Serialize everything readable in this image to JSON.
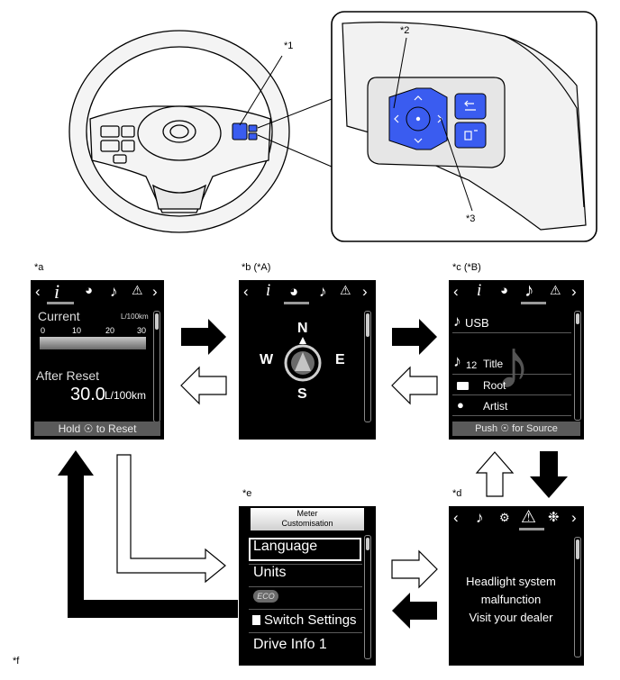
{
  "callouts": {
    "c1": "*1",
    "c2": "*2",
    "c3": "*3"
  },
  "labels": {
    "a": "*a",
    "b": "*b (*A)",
    "c": "*c (*B)",
    "d": "*d",
    "e": "*e",
    "f": "*f"
  },
  "screen_a": {
    "current_label": "Current",
    "unit": "L/100km",
    "scale": [
      "0",
      "10",
      "20",
      "30"
    ],
    "after_reset_label": "After Reset",
    "value": "30.0",
    "value_unit": "L/100km",
    "footer_pre": "Hold",
    "footer_post": "to Reset"
  },
  "screen_b": {
    "north": "N",
    "south": "S",
    "east": "E",
    "west": "W"
  },
  "screen_c": {
    "source": "USB",
    "track_no": "12",
    "title": "Title",
    "root": "Root",
    "artist": "Artist",
    "footer_pre": "Push",
    "footer_post": "for Source"
  },
  "screen_d": {
    "line1": "Headlight system",
    "line2": "malfunction",
    "line3": "Visit your dealer"
  },
  "screen_e": {
    "header_line1": "Meter",
    "header_line2": "Customisation",
    "items": [
      "Language",
      "Units",
      "ECO",
      "Switch Settings",
      "Drive Info 1"
    ]
  },
  "colors": {
    "button_blue": "#3a5cf0",
    "arrow_black": "#000000",
    "screen_bg": "#000000"
  }
}
